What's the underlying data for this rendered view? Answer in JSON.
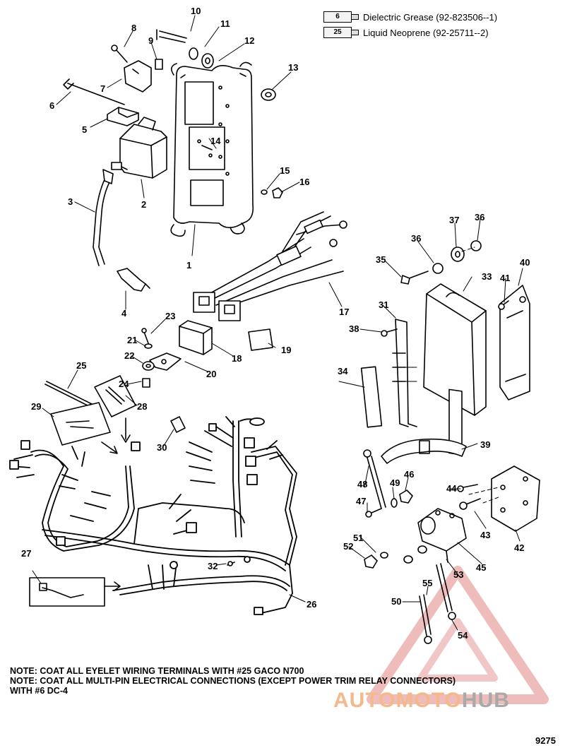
{
  "legend": [
    {
      "code": "6",
      "text": "Dielectric Grease (92-823506--1)"
    },
    {
      "code": "25",
      "text": "Liquid Neoprene (92-25711--2)"
    }
  ],
  "callouts": {
    "c1": "1",
    "c2": "2",
    "c3": "3",
    "c4": "4",
    "c5": "5",
    "c6": "6",
    "c7": "7",
    "c8": "8",
    "c9": "9",
    "c10": "10",
    "c11": "11",
    "c12": "12",
    "c13": "13",
    "c14": "14",
    "c15": "15",
    "c16": "16",
    "c17": "17",
    "c18": "18",
    "c19": "19",
    "c20": "20",
    "c21": "21",
    "c22": "22",
    "c23": "23",
    "c24": "24",
    "c25": "25",
    "c26": "26",
    "c27": "27",
    "c28": "28",
    "c29": "29",
    "c30": "30",
    "c31": "31",
    "c32": "32",
    "c33": "33",
    "c34": "34",
    "c35": "35",
    "c36a": "36",
    "c36b": "36",
    "c37": "37",
    "c38": "38",
    "c39": "39",
    "c40": "40",
    "c41": "41",
    "c42": "42",
    "c43": "43",
    "c44": "44",
    "c45": "45",
    "c46": "46",
    "c47": "47",
    "c48": "48",
    "c49": "49",
    "c50": "50",
    "c51": "51",
    "c52": "52",
    "c53": "53",
    "c54": "54",
    "c55": "55"
  },
  "notes": [
    "NOTE: COAT ALL EYELET WIRING TERMINALS WITH #25 GACO N700",
    "NOTE: COAT ALL MULTI-PIN ELECTRICAL CONNECTIONS (EXCEPT POWER TRIM RELAY CONNECTORS)",
    "WITH #6 DC-4"
  ],
  "watermark": {
    "part1": "AUTOMOTO",
    "part2": "HUB",
    "color_main": "#f3b98c",
    "color_hub": "#a9a9a9",
    "triangle_color": "#e8a0a0"
  },
  "figure_number": "9275"
}
